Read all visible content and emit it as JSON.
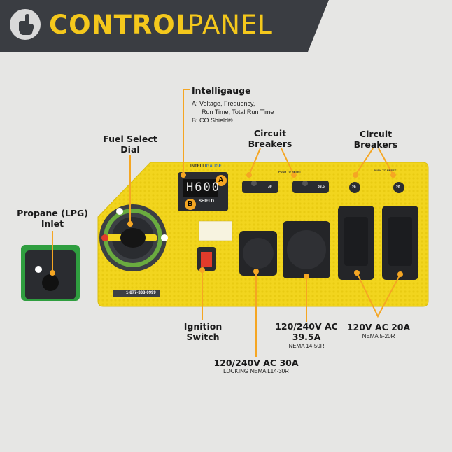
{
  "header": {
    "title_bold": "CONTROL",
    "title_light": "PANEL",
    "icon": "hand-pointer-icon"
  },
  "labels": {
    "propane_inlet": [
      "Propane (LPG)",
      "Inlet"
    ],
    "fuel_select": [
      "Fuel Select",
      "Dial"
    ],
    "intelligauge": "Intelligauge",
    "intelligauge_a": "A:  Voltage, Frequency,",
    "intelligauge_a2": "Run Time, Total Run Time",
    "intelligauge_b": "B:  CO Shield®",
    "circuit_breakers_left": [
      "Circuit",
      "Breakers"
    ],
    "circuit_breakers_right": [
      "Circuit",
      "Breakers"
    ],
    "ignition_switch": [
      "Ignition",
      "Switch"
    ],
    "outlet_30a": "120/240V AC 30A",
    "outlet_30a_sub": "LOCKING NEMA L14-30R",
    "outlet_50a": [
      "120/240V AC",
      "39.5A"
    ],
    "outlet_50a_sub": "NEMA 14-50R",
    "outlet_20a": "120V AC 20A",
    "outlet_20a_sub": "NEMA 5-20R"
  },
  "panel": {
    "display_reading": "H600",
    "display_label_intelli": "INTELLI",
    "display_label_gauge": "GAUGE",
    "marker_a": "A",
    "marker_b": "B",
    "co_shield": "SHIELD",
    "phone": "1-877-338-0999",
    "breaker_30": "30",
    "breaker_395": "39.5",
    "breaker_20a": "20",
    "breaker_20b": "20",
    "push_to_reset": "PUSH TO RESET"
  },
  "colors": {
    "accent": "#f5a623",
    "panel_yellow": "#f2d51e",
    "header_dark": "#3a3d42",
    "title_yellow": "#f4c81c",
    "green": "#2f9e3f"
  }
}
